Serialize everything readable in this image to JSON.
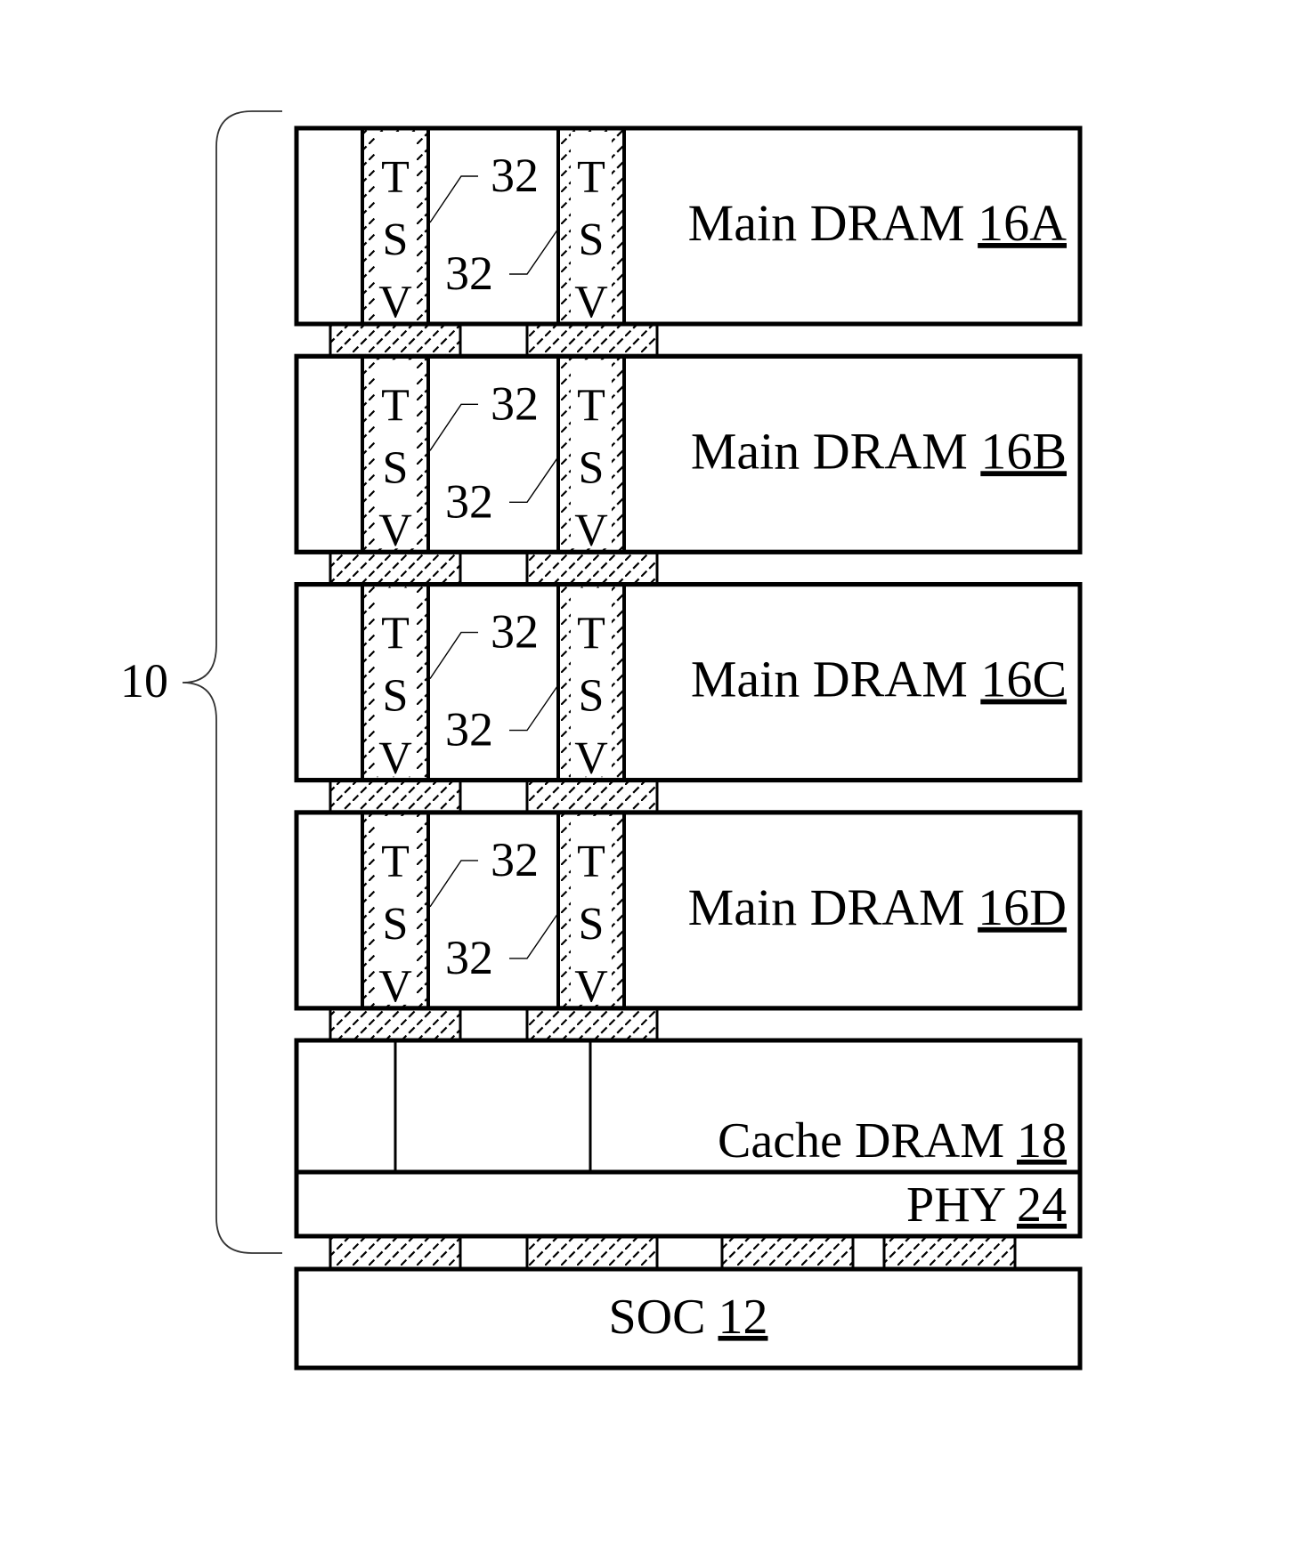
{
  "figure": {
    "assembly_ref": "10",
    "tsv_letters": [
      "T",
      "S",
      "V"
    ],
    "tsv_ref": "32",
    "main_drams": [
      {
        "name": "Main DRAM",
        "ref": "16A"
      },
      {
        "name": "Main DRAM",
        "ref": "16B"
      },
      {
        "name": "Main DRAM",
        "ref": "16C"
      },
      {
        "name": "Main DRAM",
        "ref": "16D"
      }
    ],
    "cache_dram": {
      "name": "Cache DRAM",
      "ref": "18"
    },
    "phy": {
      "name": "PHY",
      "ref": "24"
    },
    "soc": {
      "name": "SOC",
      "ref": "12"
    },
    "bottom_bump_count": 4,
    "inter_die_bump_count": 2
  }
}
